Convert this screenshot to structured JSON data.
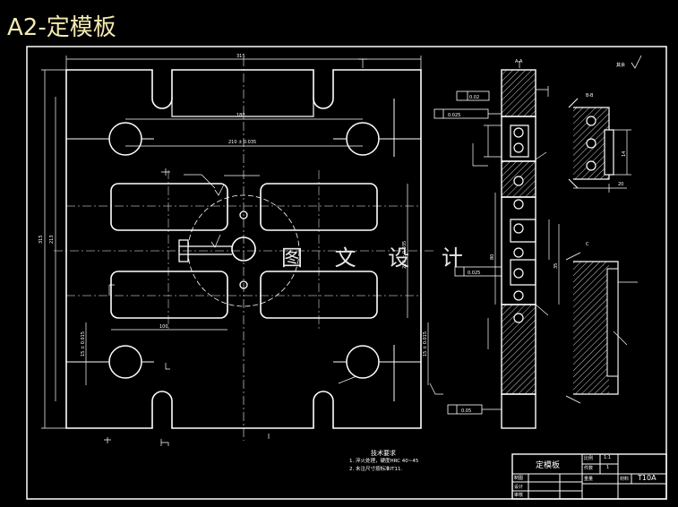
{
  "title": "A2-定模板",
  "watermark": "图 文 设 计",
  "dimensions": {
    "overall_width": "315",
    "overall_height": "315",
    "inner_height": "213",
    "slot_spacing": "180",
    "hole_spacing": "210 ± 0.035",
    "hole_spacing_vertical": "210 ± 0.035",
    "bottom_width": "100",
    "left_side_h": "15 ± 0.015",
    "right_side_h": "15 ± 0.015",
    "section_height": "80",
    "height_b": "35",
    "height_c": "14",
    "height_d": "20"
  },
  "tolerances": {
    "parallelism_top": "0.02",
    "flatness_1": "0.025",
    "flatness_2": "0.025",
    "bottom_tol": "0.05"
  },
  "labels": {
    "section_a": "A-A",
    "section_b": "B-B",
    "section_c": "C",
    "roughness_other": "其余"
  },
  "tech_notes": {
    "heading": "技术要求",
    "line1": "1. 淬火处理，硬度HRC 40~45",
    "line2": "2. 未注尺寸按标准IT11."
  },
  "title_block": {
    "part_name": "定模板",
    "ratio_label": "比例",
    "ratio_value": "1:1",
    "count_label": "件数",
    "count_value": "1",
    "weight_label": "重量",
    "material_label": "材料",
    "material_value": "T10A",
    "drawn_label": "制图",
    "designed_label": "设计",
    "checked_label": "审核"
  },
  "colors": {
    "background": "#000000",
    "lines": "#ffffff",
    "title_text": "#f2e9b0"
  }
}
